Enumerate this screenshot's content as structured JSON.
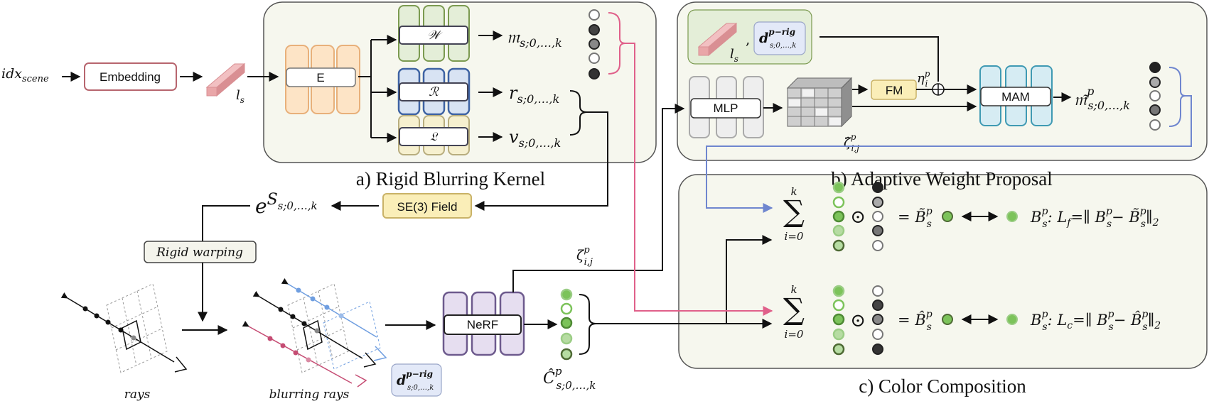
{
  "colors": {
    "panel_fill": "#f6f7ee",
    "panel_stroke": "#555555",
    "pink_arrow": "#e0608a",
    "blue_arrow": "#6f86cf",
    "embedding_stroke": "#b7656e",
    "encoder_fill": "#fde4c6",
    "encoder_stroke": "#e8b07a",
    "w_fill": "#e4eed8",
    "w_stroke": "#7b9a50",
    "r_fill": "#d8e3f3",
    "r_stroke": "#3e63a3",
    "l_fill": "#f6f0cf",
    "l_stroke": "#b8ad7e",
    "mlp_fill": "#eeeeee",
    "mlp_stroke": "#aaaaaa",
    "mam_fill": "#d6ecf3",
    "mam_stroke": "#3f9ab3",
    "nerf_fill": "#e6def0",
    "nerf_stroke": "#6d5a8d",
    "fm_fill": "#faeeb8",
    "se3_fill": "#faeeb8",
    "latent_fill": "#e9a6a8",
    "dprig_fill": "#e3e9f8",
    "green_light": "#b6dca2",
    "green_mid": "#7cc35a",
    "green_dark": "#4e6a34"
  },
  "captions": {
    "a": "a) Rigid Blurring Kernel",
    "b": "b) Adaptive Weight Proposal",
    "c": "c) Color Composition"
  },
  "blocks": {
    "input": "idx",
    "input_sub": "scene",
    "embedding": "Embedding",
    "latent": "l",
    "latent_sub": "s",
    "encoder": "E",
    "w_net": "𝒲",
    "r_net": "ℛ",
    "l_net": "𝔏",
    "se3": "SE(3) Field",
    "rigid_warping": "Rigid warping",
    "nerf": "NeRF",
    "mlp": "MLP",
    "fm": "FM",
    "mam": "MAM",
    "rays": "rays",
    "blurring_rays": "blurring rays"
  },
  "math": {
    "m_out": "𝔪",
    "r_out": "r",
    "v_out": "v",
    "sub_k": "s;0,…,k",
    "e_base": "e",
    "e_exp": "S",
    "e_exp_sub": "s;0,…,k",
    "zeta": "ζ",
    "zeta_sup": "p",
    "zeta_sub": "i,j",
    "zeta_hat": "ζ̂",
    "eta": "η",
    "eta_sup": "p",
    "eta_sub": "i",
    "m_tilde": "𝔪̃",
    "m_tilde_sup": "p",
    "c_hat": "Ĉ",
    "c_hat_sup": "p",
    "d_sym": "d",
    "d_sup": "p−rig",
    "d_sub": "s;0,…,k",
    "sum": "∑",
    "sum_top": "k",
    "sum_bottom": "i=0",
    "odot": "⊙",
    "eq_f_lhs": "= B̃",
    "eq_c_lhs": "= B̂",
    "b_sub": "s",
    "b_sup": "p",
    "b_main": "B",
    "loss_f": ":  L",
    "loss_f_sub": "f",
    "loss_c_sub": "c",
    "loss_f_rhs": "=∥ B",
    "minus_f": "− B̃",
    "minus_c": "− B̂",
    "norm": "∥",
    "norm_sub": "2",
    "comma": ","
  }
}
